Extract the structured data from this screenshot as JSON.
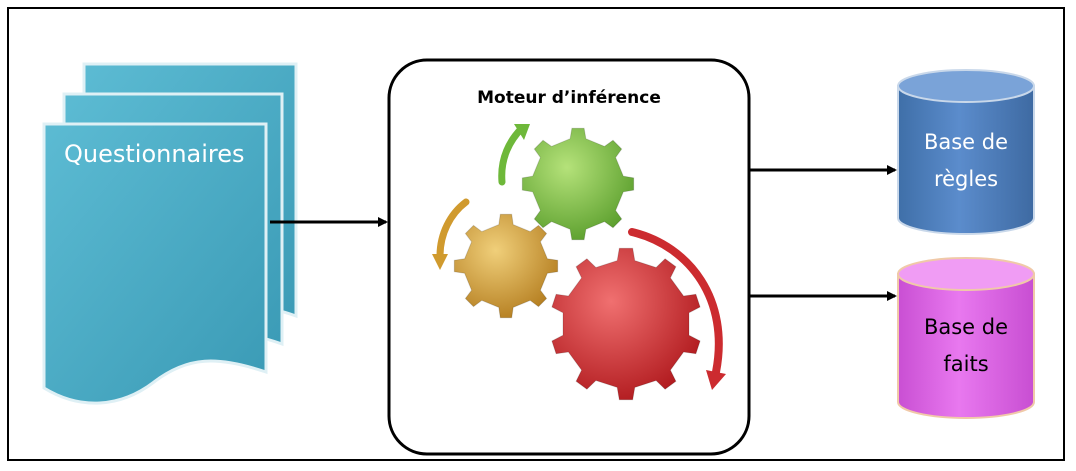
{
  "documents": {
    "label": "Questionnaires",
    "fill": "#4bacc6",
    "stroke": "#e8f4f8"
  },
  "engine": {
    "title": "Moteur d’inférence",
    "gears": [
      {
        "name": "green-gear",
        "color": "#7ac143"
      },
      {
        "name": "gold-gear",
        "color": "#d9a53a"
      },
      {
        "name": "red-gear",
        "color": "#d9373a"
      }
    ]
  },
  "databases": {
    "rules": {
      "line1": "Base de",
      "line2": "règles",
      "fill": "#4f81bd"
    },
    "facts": {
      "line1": "Base de",
      "line2": "faits",
      "fill": "#e066e8"
    }
  }
}
